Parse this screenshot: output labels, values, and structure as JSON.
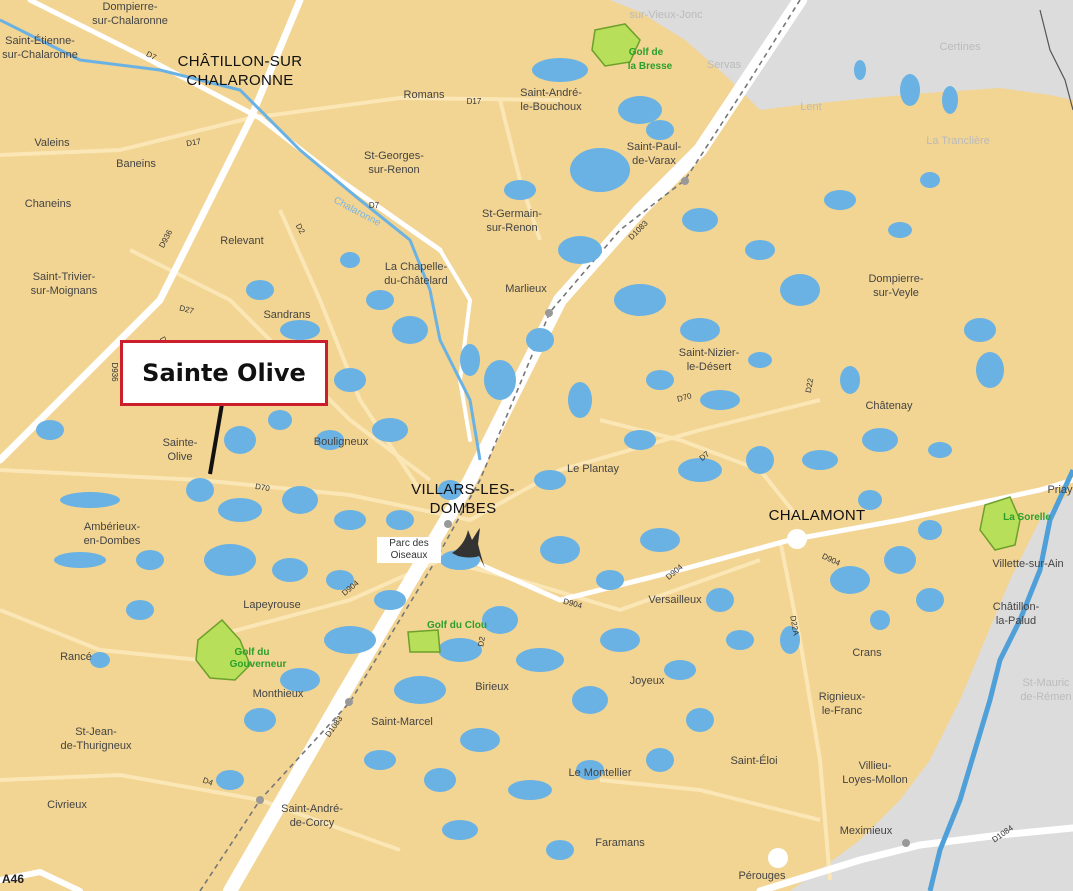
{
  "map": {
    "sign_label": "Sainte Olive",
    "major_towns": [
      {
        "id": "chatillon",
        "lines": [
          "CHÂTILLON-SUR",
          "CHALARONNE"
        ]
      },
      {
        "id": "villars",
        "lines": [
          "VILLARS-LES-",
          "DOMBES"
        ]
      },
      {
        "id": "chalamont",
        "lines": [
          "CHALAMONT"
        ]
      }
    ],
    "towns": [
      {
        "id": "dompierre-chalaronne",
        "lines": [
          "Dompierre-",
          "sur-Chalaronne"
        ]
      },
      {
        "id": "saint-etienne",
        "lines": [
          "Saint-Étienne-",
          "sur-Chalaronne"
        ]
      },
      {
        "id": "romans",
        "lines": [
          "Romans"
        ]
      },
      {
        "id": "saint-andre-bouchoux",
        "lines": [
          "Saint-André-",
          "le-Bouchoux"
        ]
      },
      {
        "id": "valeins",
        "lines": [
          "Valeins"
        ]
      },
      {
        "id": "baneins",
        "lines": [
          "Baneins"
        ]
      },
      {
        "id": "st-georges",
        "lines": [
          "St-Georges-",
          "sur-Renon"
        ]
      },
      {
        "id": "saint-paul-varax",
        "lines": [
          "Saint-Paul-",
          "de-Varax"
        ]
      },
      {
        "id": "chaneins",
        "lines": [
          "Chaneins"
        ]
      },
      {
        "id": "saint-germain",
        "lines": [
          "St-Germain-",
          "sur-Renon"
        ]
      },
      {
        "id": "relevant",
        "lines": [
          "Relevant"
        ]
      },
      {
        "id": "la-chapelle",
        "lines": [
          "La Chapelle-",
          "du-Châtelard"
        ]
      },
      {
        "id": "marlieux",
        "lines": [
          "Marlieux"
        ]
      },
      {
        "id": "dompierre-veyle",
        "lines": [
          "Dompierre-",
          "sur-Veyle"
        ]
      },
      {
        "id": "saint-trivier",
        "lines": [
          "Saint-Trivier-",
          "sur-Moignans"
        ]
      },
      {
        "id": "sandrans",
        "lines": [
          "Sandrans"
        ]
      },
      {
        "id": "saint-nizier",
        "lines": [
          "Saint-Nizier-",
          "le-Désert"
        ]
      },
      {
        "id": "chatenay",
        "lines": [
          "Châtenay"
        ]
      },
      {
        "id": "sainte-olive",
        "lines": [
          "Sainte-",
          "Olive"
        ]
      },
      {
        "id": "bouligneux",
        "lines": [
          "Bouligneux"
        ]
      },
      {
        "id": "le-plantay",
        "lines": [
          "Le Plantay"
        ]
      },
      {
        "id": "priay",
        "lines": [
          "Priay"
        ]
      },
      {
        "id": "amberieux",
        "lines": [
          "Ambérieux-",
          "en-Dombes"
        ]
      },
      {
        "id": "villette",
        "lines": [
          "Villette-sur-Ain"
        ]
      },
      {
        "id": "lapeyrouse",
        "lines": [
          "Lapeyrouse"
        ]
      },
      {
        "id": "versailleux",
        "lines": [
          "Versailleux"
        ]
      },
      {
        "id": "chatillon-palud",
        "lines": [
          "Châtillon-",
          "la-Palud"
        ]
      },
      {
        "id": "rance",
        "lines": [
          "Rancé"
        ]
      },
      {
        "id": "crans",
        "lines": [
          "Crans"
        ]
      },
      {
        "id": "monthieux",
        "lines": [
          "Monthieux"
        ]
      },
      {
        "id": "birieux",
        "lines": [
          "Birieux"
        ]
      },
      {
        "id": "joyeux",
        "lines": [
          "Joyeux"
        ]
      },
      {
        "id": "rignieux",
        "lines": [
          "Rignieux-",
          "le-Franc"
        ]
      },
      {
        "id": "saint-marcel",
        "lines": [
          "Saint-Marcel"
        ]
      },
      {
        "id": "st-jean",
        "lines": [
          "St-Jean-",
          "de-Thurigneux"
        ]
      },
      {
        "id": "saint-eloi",
        "lines": [
          "Saint-Éloi"
        ]
      },
      {
        "id": "villieu",
        "lines": [
          "Villieu-",
          "Loyes-Mollon"
        ]
      },
      {
        "id": "le-montellier",
        "lines": [
          "Le Montellier"
        ]
      },
      {
        "id": "civrieux",
        "lines": [
          "Civrieux"
        ]
      },
      {
        "id": "saint-andre-corcy",
        "lines": [
          "Saint-André-",
          "de-Corcy"
        ]
      },
      {
        "id": "meximieux",
        "lines": [
          "Meximieux"
        ]
      },
      {
        "id": "faramans",
        "lines": [
          "Faramans"
        ]
      },
      {
        "id": "perouges",
        "lines": [
          "Pérouges"
        ]
      }
    ],
    "outside_towns": [
      {
        "id": "sur-vieux-jonc",
        "lines": [
          "sur-Vieux-Jonc"
        ]
      },
      {
        "id": "certines",
        "lines": [
          "Certines"
        ]
      },
      {
        "id": "servas",
        "lines": [
          "Servas"
        ]
      },
      {
        "id": "lent",
        "lines": [
          "Lent"
        ]
      },
      {
        "id": "la-tranchere",
        "lines": [
          "La Tranclière"
        ]
      },
      {
        "id": "st-maurice",
        "lines": [
          "St-Mauric",
          "de-Rémen"
        ]
      }
    ],
    "golfs": [
      {
        "id": "golf-bresse",
        "lines": [
          "Golf de",
          "la Bresse"
        ]
      },
      {
        "id": "golf-clou",
        "lines": [
          "Golf du Clou"
        ]
      },
      {
        "id": "golf-gouverneur",
        "lines": [
          "Golf du",
          "Gouverneur"
        ]
      },
      {
        "id": "la-sorelle",
        "lines": [
          "La Sorelle"
        ]
      }
    ],
    "roads": {
      "d7a": "D7",
      "d17a": "D17",
      "d17b": "D17",
      "d7b": "D7",
      "d936": "D936",
      "d2a": "D2",
      "d1083a": "D1083",
      "d27": "D27",
      "d2b": "D2",
      "d936b": "D936",
      "d70a": "D70",
      "d7c": "D7",
      "d22": "D22",
      "d70b": "D70",
      "d904a": "D904",
      "d904b": "D904",
      "d904c": "D904",
      "d904d": "D904",
      "d22a": "D22A",
      "d2c": "D2",
      "d1083b": "D1083",
      "d4": "D4",
      "d1084": "D1084"
    },
    "river": "Chalaronne",
    "poi": "Parc des Oiseaux",
    "motorway": "A46",
    "colors": {
      "land": "#f2d493",
      "outside": "#dcdcdc",
      "water": "#6ab2e3",
      "road": "#ffffff",
      "golf": "#b7df5a",
      "sign_border": "#cc1f2e"
    }
  }
}
